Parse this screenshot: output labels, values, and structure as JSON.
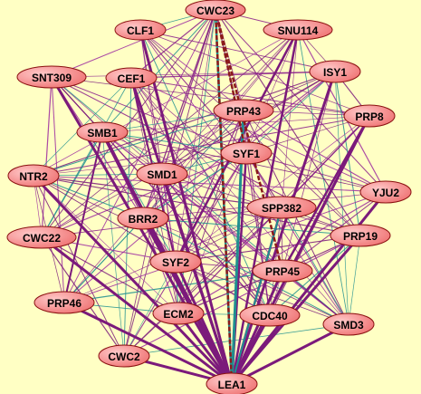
{
  "network": {
    "background": "#ffffc4",
    "node_fill_light": "#ffc8c8",
    "node_fill_dark": "#f07878",
    "node_stroke": "#8a1010",
    "edge_colors": [
      "#7b1a7b",
      "#8b1f8b",
      "#1f8f8f",
      "#3aa0a0",
      "#8b1a1a",
      "#9c2aa0"
    ],
    "nodes": [
      {
        "id": "CWC23",
        "label": "CWC23"
      },
      {
        "id": "CLF1",
        "label": "CLF1"
      },
      {
        "id": "SNU114",
        "label": "SNU114"
      },
      {
        "id": "SNT309",
        "label": "SNT309"
      },
      {
        "id": "CEF1",
        "label": "CEF1"
      },
      {
        "id": "ISY1",
        "label": "ISY1"
      },
      {
        "id": "PRP43",
        "label": "PRP43"
      },
      {
        "id": "PRP8",
        "label": "PRP8"
      },
      {
        "id": "SMB1",
        "label": "SMB1"
      },
      {
        "id": "SYF1",
        "label": "SYF1"
      },
      {
        "id": "NTR2",
        "label": "NTR2"
      },
      {
        "id": "SMD1",
        "label": "SMD1"
      },
      {
        "id": "YJU2",
        "label": "YJU2"
      },
      {
        "id": "SPP382",
        "label": "SPP382"
      },
      {
        "id": "BRR2",
        "label": "BRR2"
      },
      {
        "id": "CWC22",
        "label": "CWC22"
      },
      {
        "id": "PRP19",
        "label": "PRP19"
      },
      {
        "id": "SYF2",
        "label": "SYF2"
      },
      {
        "id": "PRP45",
        "label": "PRP45"
      },
      {
        "id": "PRP46",
        "label": "PRP46"
      },
      {
        "id": "ECM2",
        "label": "ECM2"
      },
      {
        "id": "CDC40",
        "label": "CDC40"
      },
      {
        "id": "SMD3",
        "label": "SMD3"
      },
      {
        "id": "CWC2",
        "label": "CWC2"
      },
      {
        "id": "LEA1",
        "label": "LEA1"
      }
    ]
  }
}
